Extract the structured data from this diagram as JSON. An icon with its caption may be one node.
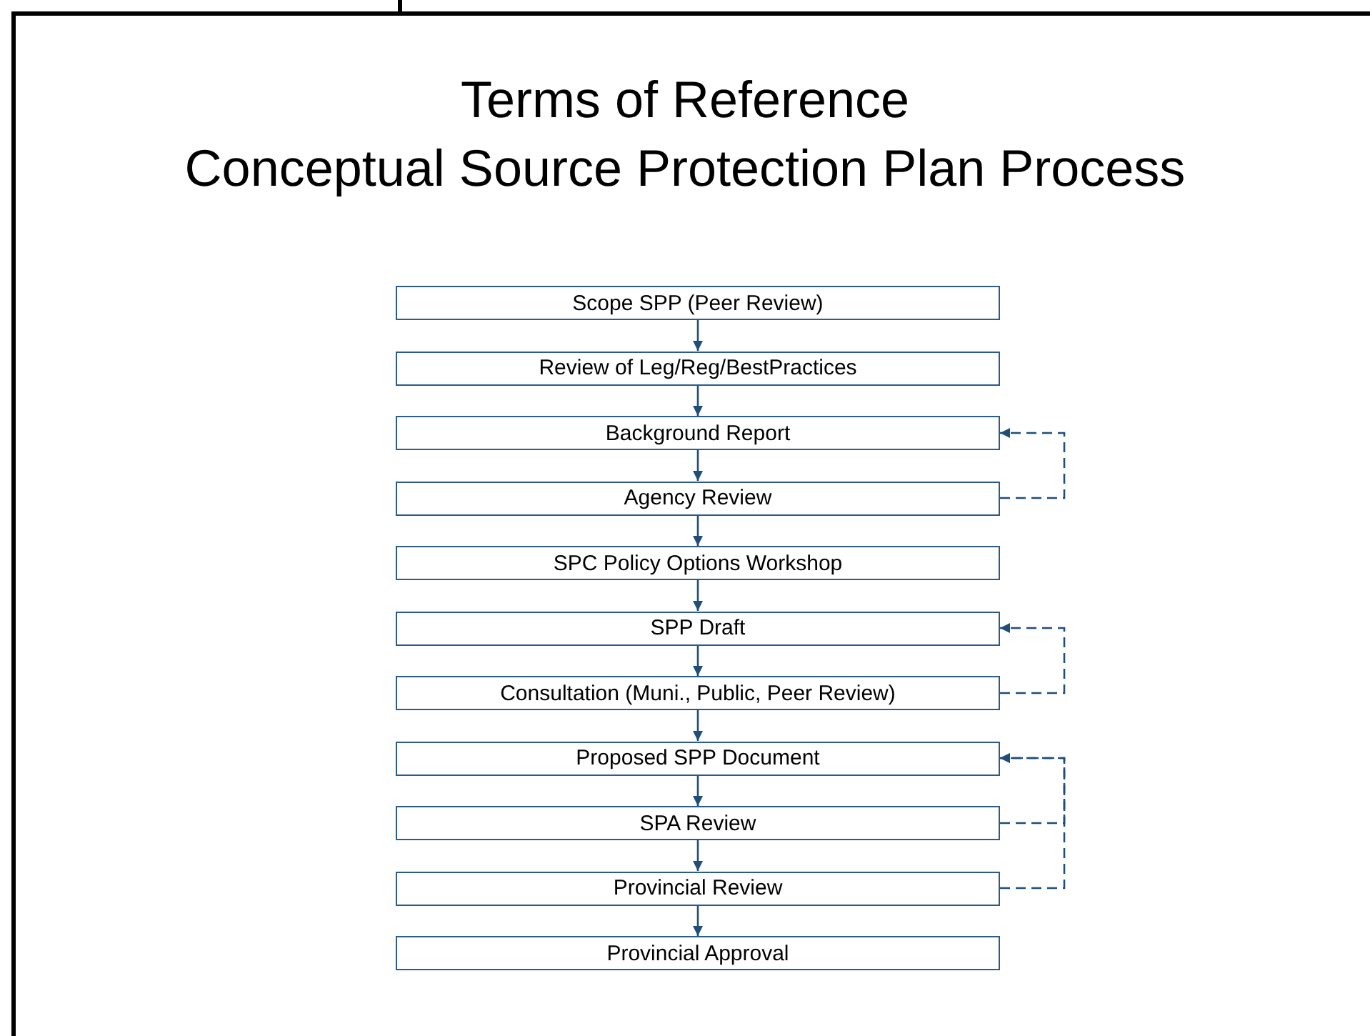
{
  "diagram": {
    "title": "Terms of Reference Conceptual Source Protection Plan Process",
    "nodes": [
      {
        "text": [
          "Scope SPP (Peer Review)"
        ]
      },
      {
        "text": [
          "Review of Leg/Reg/BestPractices"
        ]
      },
      {
        "text": [
          "Background Report"
        ]
      },
      {
        "text": [
          "Agency Review"
        ]
      },
      {
        "text": [
          "SPC Policy Options Workshop"
        ]
      },
      {
        "text": [
          "SPP Draft"
        ]
      },
      {
        "text": [
          "Consultation (Muni., Public, Peer Review)"
        ]
      },
      {
        "text": [
          "Proposed SPP Document"
        ]
      },
      {
        "text": [
          "SPA Review"
        ]
      },
      {
        "text": [
          "Provincial Review"
        ]
      },
      {
        "text": [
          "Provincial Approval"
        ]
      }
    ],
    "edges": [
      {
        "from": 0,
        "to": 1,
        "arrow": "to"
      },
      {
        "from": 1,
        "to": 2,
        "arrow": "to"
      },
      {
        "from": 2,
        "to": 3,
        "arrow": "to"
      },
      {
        "from": 3,
        "to": 4,
        "arrow": "to"
      },
      {
        "from": 4,
        "to": 5,
        "arrow": "to"
      },
      {
        "from": 5,
        "to": 6,
        "arrow": "to"
      },
      {
        "from": 6,
        "to": 7,
        "arrow": "to"
      },
      {
        "from": 7,
        "to": 8,
        "arrow": "to"
      },
      {
        "from": 8,
        "to": 9,
        "arrow": "to"
      },
      {
        "from": 9,
        "to": 10,
        "arrow": "to"
      },
      {
        "from": 3,
        "to": 2,
        "arrow": "to",
        "style": "dashed"
      },
      {
        "from": 6,
        "to": 5,
        "arrow": "to",
        "style": "dashed"
      },
      {
        "from": 8,
        "to": 7,
        "arrow": "to",
        "style": "dashed"
      },
      {
        "from": 9,
        "to": 7,
        "arrow": "to",
        "style": "dashed"
      }
    ]
  }
}
